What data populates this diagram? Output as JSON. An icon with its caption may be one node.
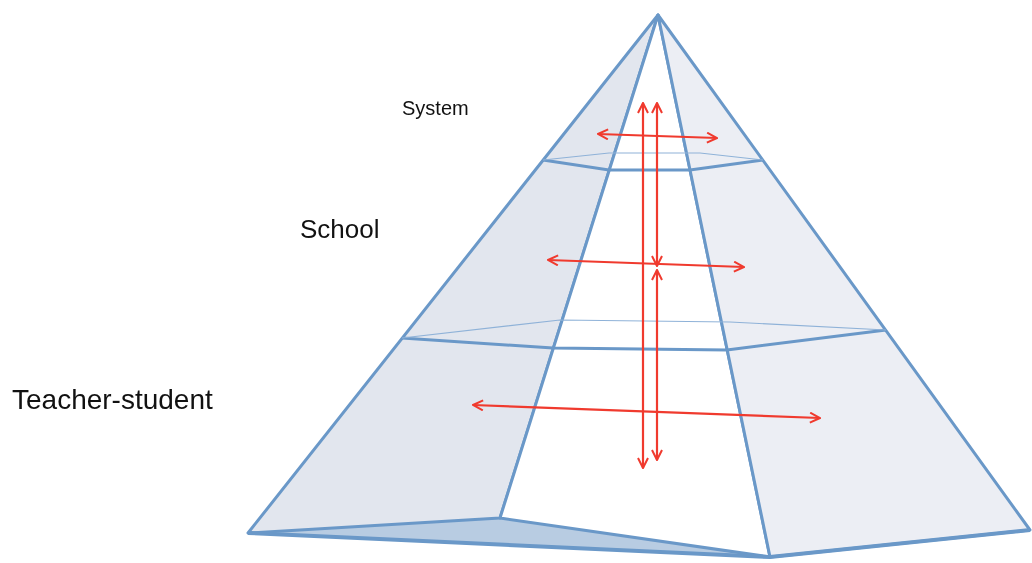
{
  "diagram": {
    "labels": [
      "System",
      "School",
      "Teacher-student"
    ]
  }
}
